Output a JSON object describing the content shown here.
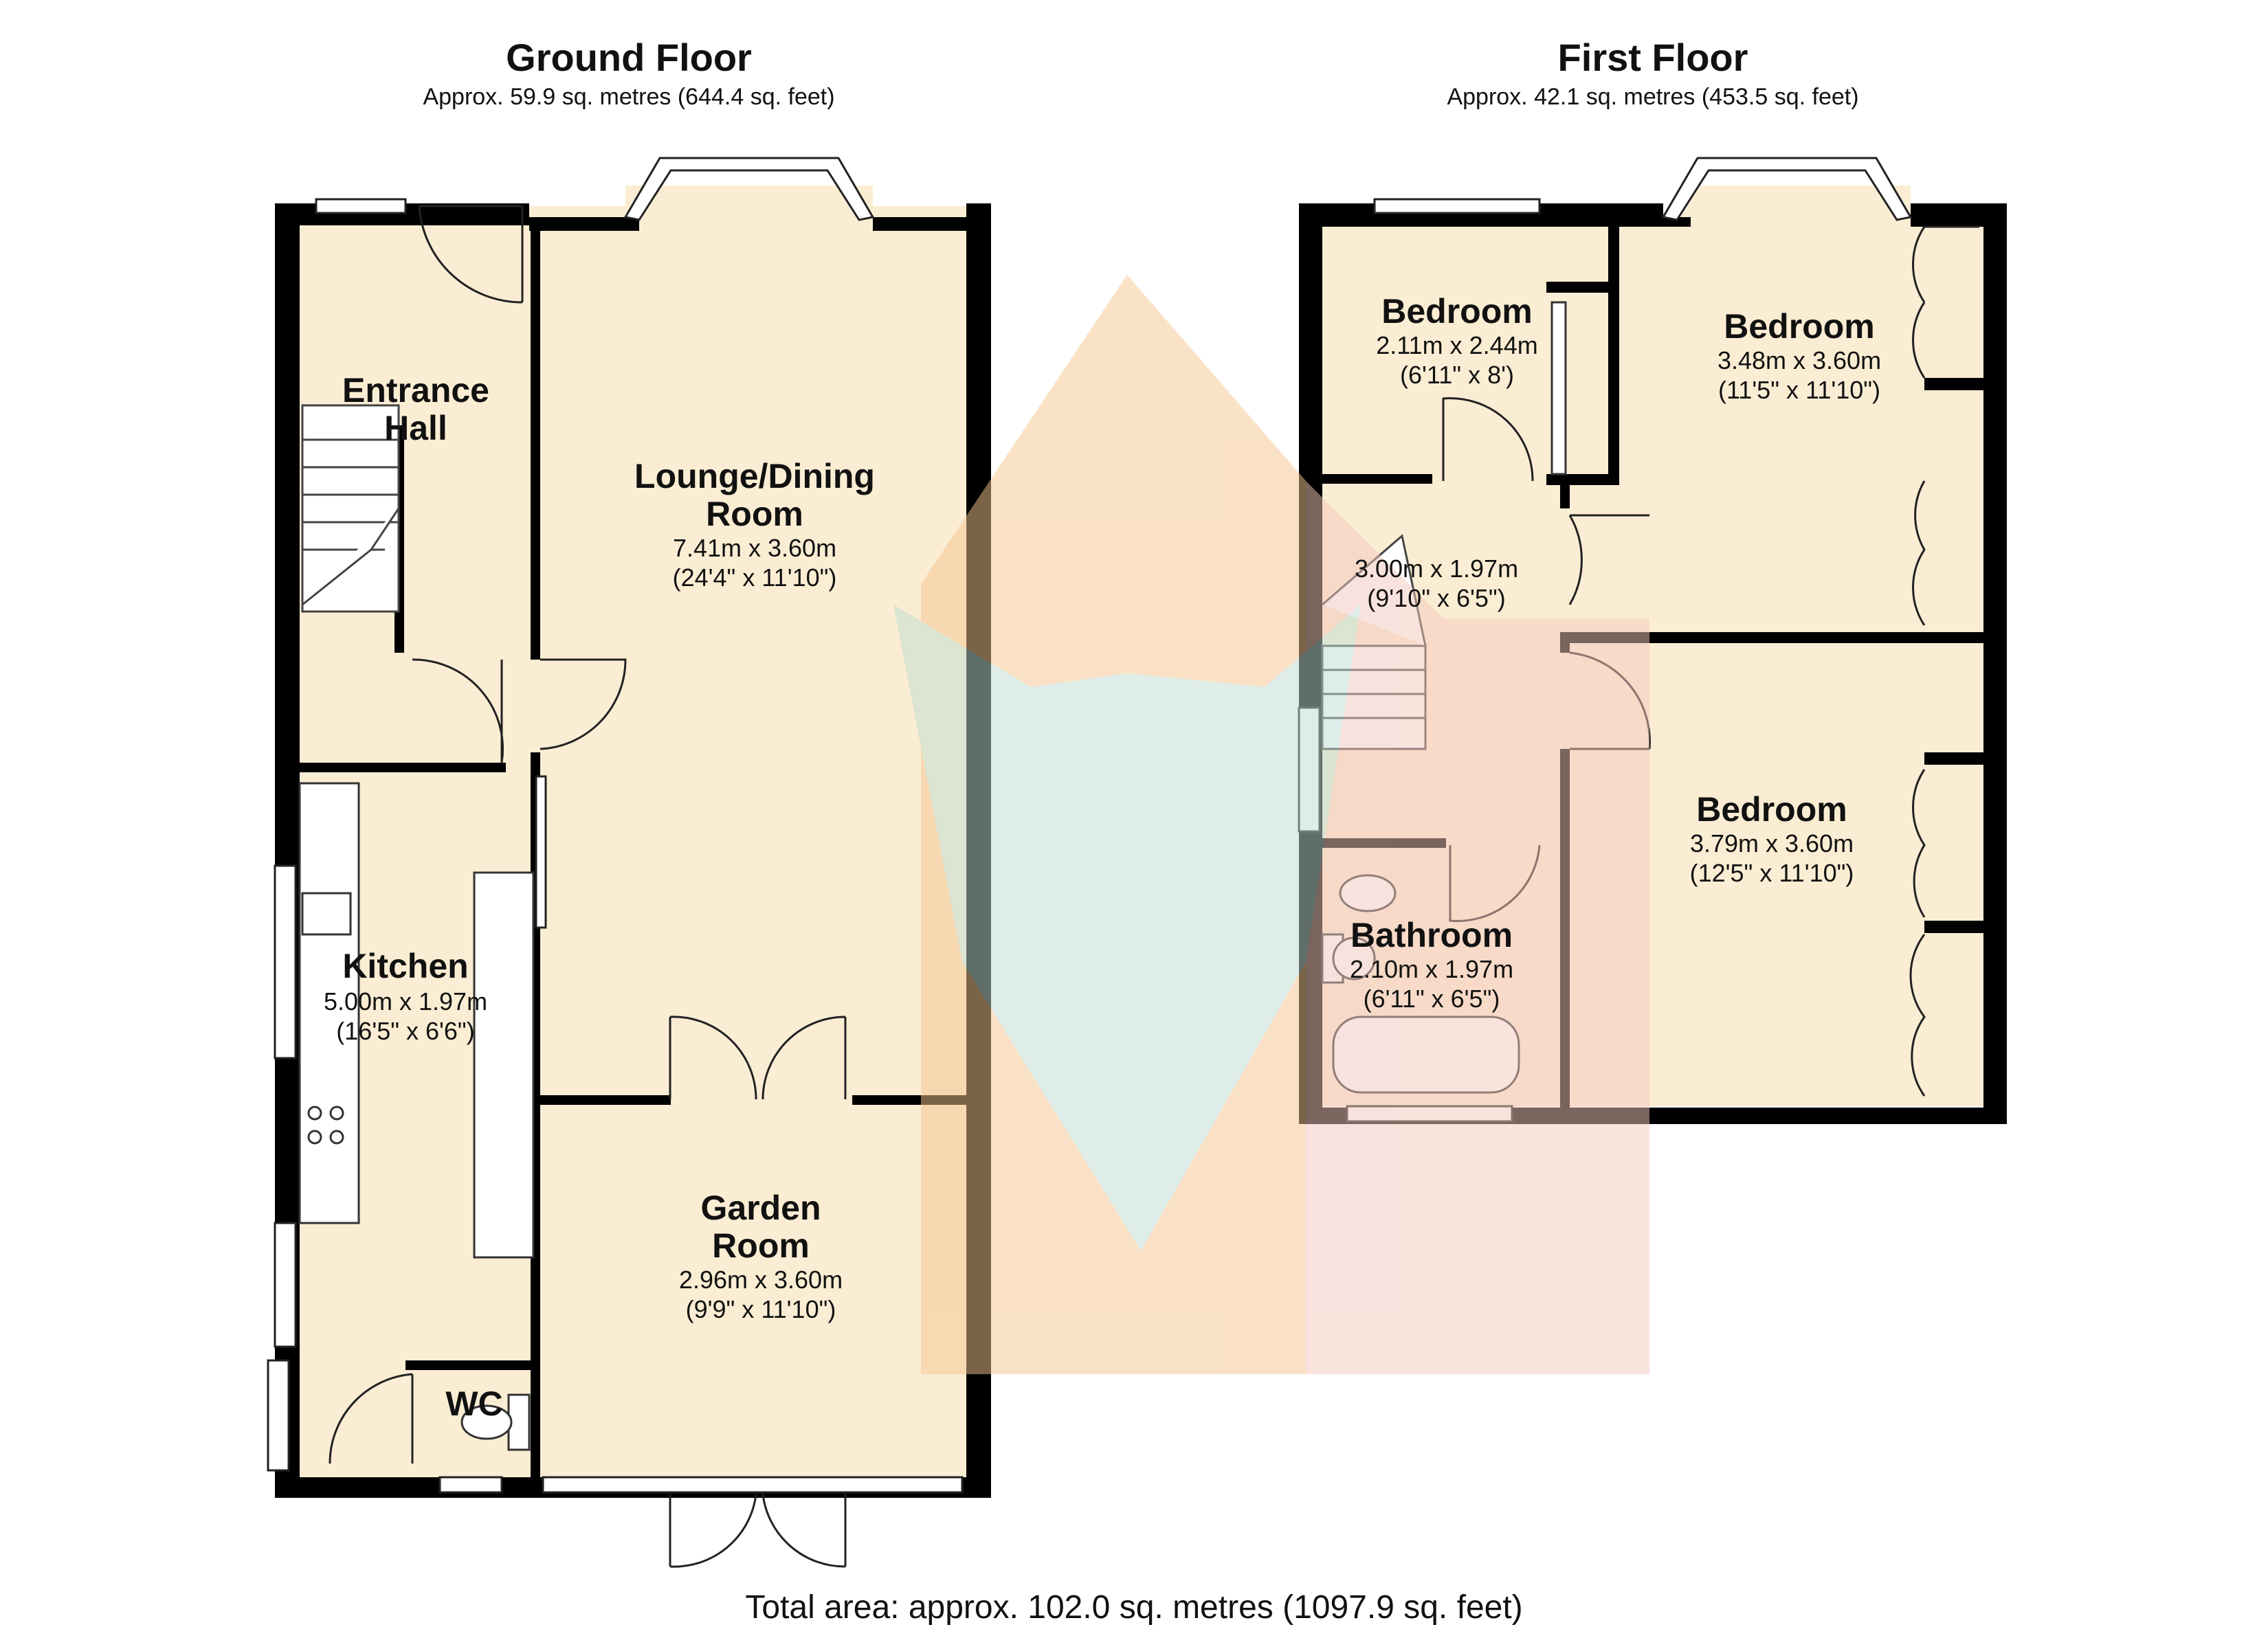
{
  "ground_floor": {
    "title": "Ground Floor",
    "area": "Approx. 59.9 sq. metres (644.4 sq. feet)",
    "rooms": [
      {
        "name_lines": [
          "Entrance",
          "Hall"
        ],
        "dims": []
      },
      {
        "name_lines": [
          "Lounge/Dining",
          "Room"
        ],
        "dims": [
          "7.41m x 3.60m",
          "(24'4\" x 11'10\")"
        ]
      },
      {
        "name_lines": [
          "Kitchen"
        ],
        "dims": [
          "5.00m x 1.97m",
          "(16'5\" x 6'6\")"
        ]
      },
      {
        "name_lines": [
          "Garden",
          "Room"
        ],
        "dims": [
          "2.96m x 3.60m",
          "(9'9\" x 11'10\")"
        ]
      },
      {
        "name_lines": [
          "WC"
        ],
        "dims": []
      }
    ]
  },
  "first_floor": {
    "title": "First Floor",
    "area": "Approx. 42.1 sq. metres (453.5 sq. feet)",
    "rooms": [
      {
        "name_lines": [
          "Bedroom"
        ],
        "dims": [
          "2.11m x 2.44m",
          "(6'11\" x 8')"
        ]
      },
      {
        "name_lines": [
          "Bedroom"
        ],
        "dims": [
          "3.48m x 3.60m",
          "(11'5\" x 11'10\")"
        ]
      },
      {
        "name_lines": [],
        "dims": [
          "3.00m x 1.97m",
          "(9'10\" x 6'5\")"
        ]
      },
      {
        "name_lines": [
          "Bedroom"
        ],
        "dims": [
          "3.79m x 3.60m",
          "(12'5\" x 11'10\")"
        ]
      },
      {
        "name_lines": [
          "Bathroom"
        ],
        "dims": [
          "2.10m x 1.97m",
          "(6'11\" x 6'5\")"
        ]
      }
    ]
  },
  "total_area": "Total area: approx. 102.0 sq. metres (1097.9 sq. feet)",
  "colors": {
    "wall": "#000000",
    "floor": "#fbedd3",
    "watermark_orange": "#f6c58f",
    "watermark_green": "#bfdcd2",
    "watermark_red": "#f3c7bc"
  }
}
